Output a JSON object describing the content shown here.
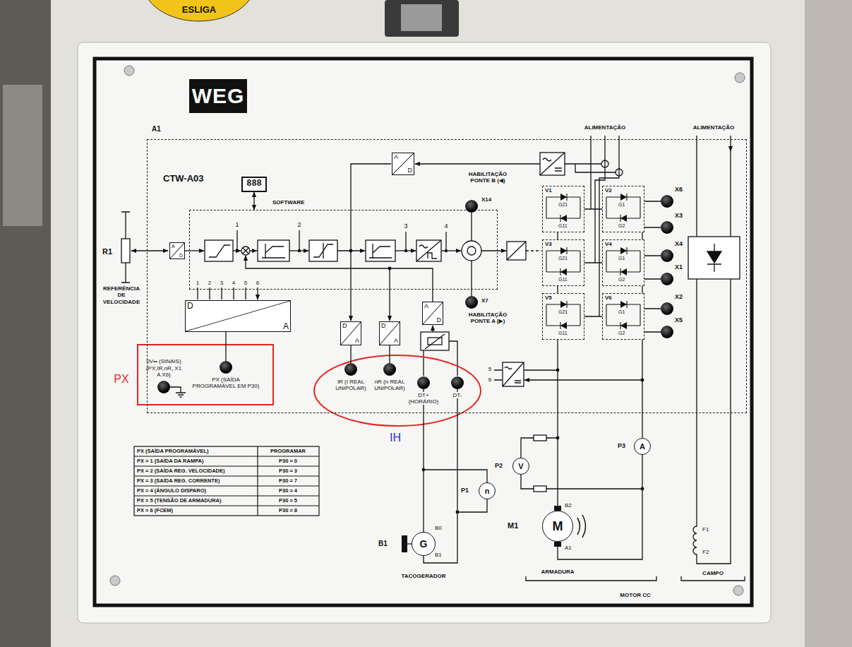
{
  "diagram": {
    "nodes": [
      {
        "text": [
          "A1",
          "CTW-A03"
        ]
      },
      {
        "text": [
          "SOFTWARE"
        ],
        "in": 0
      },
      {
        "text": [
          "888"
        ],
        "in": 0
      },
      {
        "text": [
          "A",
          "D"
        ],
        "in": 0
      },
      {
        "text": [
          "A",
          "D"
        ],
        "in": 0
      },
      {
        "text": [
          "D",
          "A"
        ],
        "in": 0
      },
      {
        "text": [
          "0V•• (SINAIS) (PX,IR,nR, X1 A X6)"
        ],
        "in": 0
      },
      {
        "text": [
          "PX (SAÍDA PROGRAMÁVEL EM P30)"
        ],
        "in": 0
      },
      {
        "text": [
          "D",
          "A"
        ],
        "in": 0
      },
      {
        "text": [
          "D",
          "A"
        ],
        "in": 0
      },
      {
        "text": [
          "A",
          "D"
        ],
        "in": 0
      },
      {
        "text": [
          "IR (I REAL UNIPOLAR)"
        ],
        "in": 0
      },
      {
        "text": [
          "nR (n REAL UNIPOLAR)"
        ],
        "in": 0
      },
      {
        "text": [
          "DT+ (HORÁRIO)"
        ],
        "in": 0
      },
      {
        "text": [
          "DT-"
        ],
        "in": 0
      },
      {
        "text": [
          "X14",
          "HABILITAÇÃO PONTE B (◀)"
        ],
        "in": 0
      },
      {
        "text": [
          "X7",
          "HABILITAÇÃO PONTE A (▶)"
        ],
        "in": 0
      },
      {
        "text": [
          "V1",
          "G21",
          "G11"
        ],
        "in": 0
      },
      {
        "text": [
          "V2",
          "G1",
          "G2"
        ],
        "in": 0
      },
      {
        "text": [
          "V3",
          "G21",
          "G11"
        ],
        "in": 0
      },
      {
        "text": [
          "V4",
          "G1",
          "G2"
        ],
        "in": 0
      },
      {
        "text": [
          "V5",
          "G21",
          "G11"
        ],
        "in": 0
      },
      {
        "text": [
          "V6",
          "G1",
          "G2"
        ],
        "in": 0
      },
      {
        "text": [
          "P1",
          "n"
        ]
      },
      {
        "text": [
          "P2",
          "V"
        ]
      },
      {
        "text": [
          "P3",
          "A"
        ]
      },
      {
        "text": [
          "B1",
          "G"
        ]
      },
      {
        "text": [
          "M1",
          "M"
        ]
      }
    ],
    "edges": [
      {
        "from": 2,
        "to": 1,
        "arrow": "both"
      },
      {
        "from": 5,
        "to": 7,
        "arrow": "none"
      },
      {
        "from": 8,
        "to": 11,
        "arrow": "none"
      },
      {
        "from": 9,
        "to": 12,
        "arrow": "none"
      },
      {
        "from": 13,
        "to": 26,
        "arrow": "none"
      },
      {
        "from": 14,
        "to": 26,
        "arrow": "none"
      },
      {
        "from": 25,
        "to": 27,
        "arrow": "none"
      }
    ],
    "labels": [
      "ESLIGA",
      "WEG",
      "1",
      "2",
      "3",
      "4",
      "R1",
      "REFERÊNCIA DE VELOCIDADE",
      "1",
      "2",
      "3",
      "4",
      "5",
      "6",
      "ALIMENTAÇÃO",
      "ALIMENTAÇÃO",
      "X6",
      "X3",
      "X4",
      "X1",
      "X2",
      "X5",
      "5",
      "6",
      "B0",
      "B1",
      "TACOGERADOR",
      "B2",
      "A1",
      "ARMADURA",
      "F1",
      "F2",
      "CAMPO",
      "MOTOR CC",
      "PX (SAÍDA PROGRAMÁVEL)",
      "PROGRAMAR",
      "PX = 1 (SAÍDA DA RAMPA)",
      "P30 = 0",
      "PX = 2 (SAÍDA REG. VELOCIDADE)",
      "P30 = 3",
      "PX = 3 (SAÍDA REG. CORRENTE)",
      "P30 = 7",
      "PX = 4 (ÂNGULO DISPARO)",
      "P30 = 4",
      "PX = 5 (TENSÃO DE ARMADURA)",
      "P30 = 5",
      "PX = 6 (FCEM)",
      "P30 = 8",
      "PX",
      "IH"
    ]
  }
}
